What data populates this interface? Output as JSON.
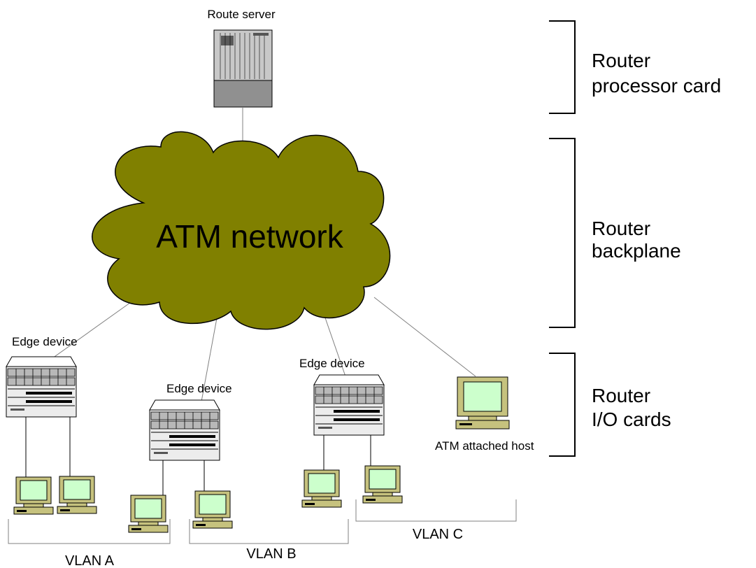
{
  "colors": {
    "cloud_fill": "#808000",
    "cloud_stroke": "#000000",
    "connector": "#808080",
    "device_body": "#ececec",
    "device_top": "#ffffff",
    "device_port": "#b8b8b8",
    "monitor_body": "#c6c27e",
    "monitor_screen": "#ccffcc",
    "server_top": "#c8c8c8",
    "server_bottom": "#909090"
  },
  "route_server": {
    "label": "Route server",
    "icon": "route-server-icon"
  },
  "cloud": {
    "label": "ATM network",
    "icon": "cloud-icon"
  },
  "edge_devices": [
    {
      "label": "Edge device",
      "icon": "switch-icon"
    },
    {
      "label": "Edge device",
      "icon": "switch-icon"
    },
    {
      "label": "Edge device",
      "icon": "switch-icon"
    }
  ],
  "atm_host": {
    "label": "ATM attached host",
    "icon": "computer-icon"
  },
  "vlans": [
    {
      "label": "VLAN A"
    },
    {
      "label": "VLAN B"
    },
    {
      "label": "VLAN C"
    }
  ],
  "brackets": [
    {
      "line1": "Router",
      "line2": "processor card"
    },
    {
      "line1": "Router",
      "line2": "backplane"
    },
    {
      "line1": "Router",
      "line2": "I/O cards"
    }
  ]
}
